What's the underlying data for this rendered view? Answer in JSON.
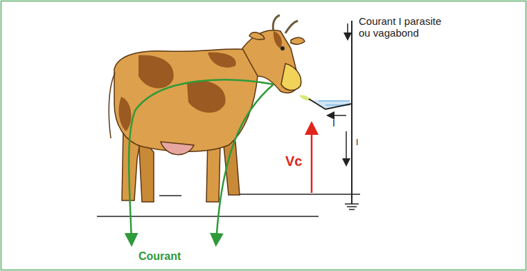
{
  "diagram": {
    "labels": [
      "Courant I parasite ou vagabond",
      "I",
      "Vc",
      "I",
      "Courant"
    ]
  }
}
